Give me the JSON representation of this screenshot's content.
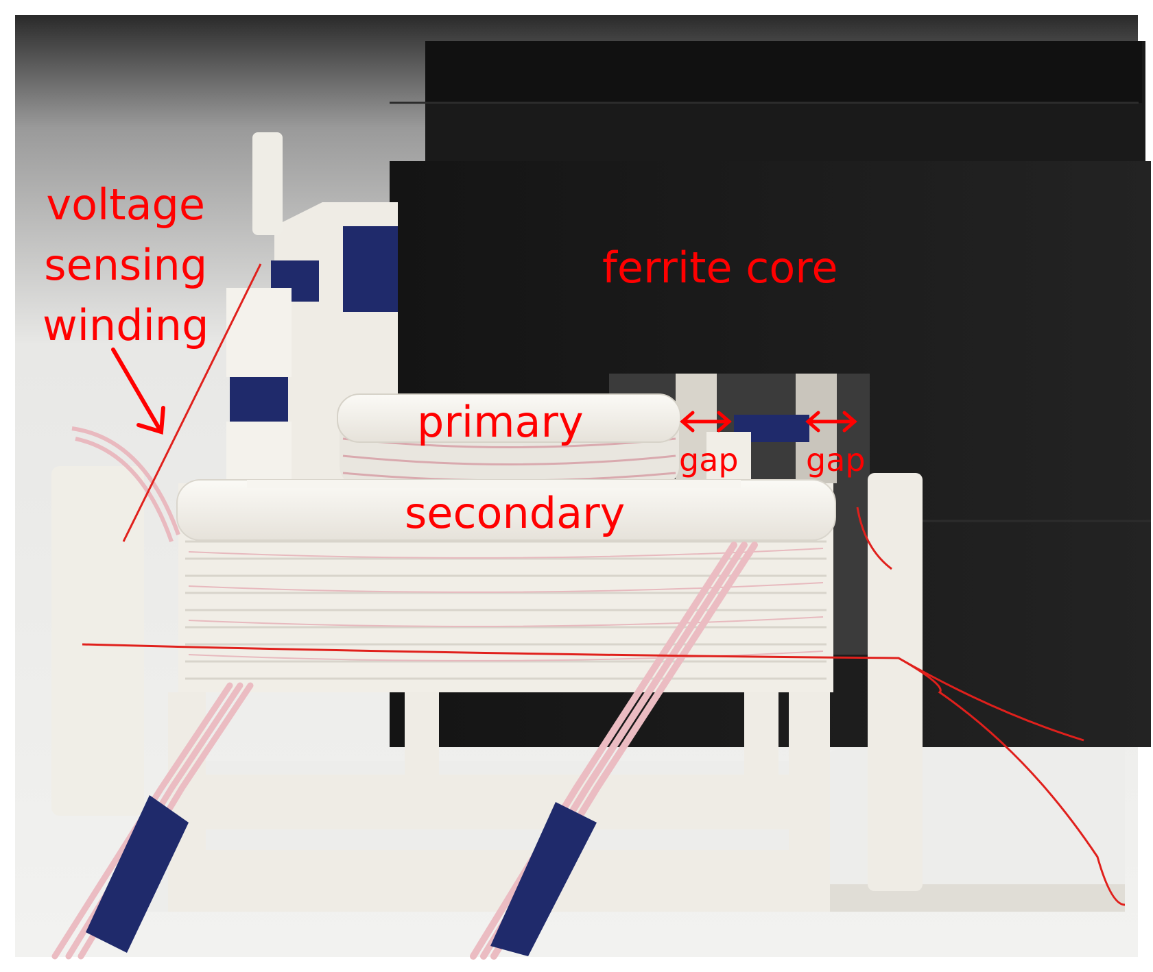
{
  "labels": {
    "voltage_sensing_winding": [
      "voltage",
      "sensing",
      "winding"
    ],
    "ferrite_core": "ferrite core",
    "primary": "primary",
    "secondary": "secondary",
    "gap_left": "gap",
    "gap_right": "gap"
  },
  "colors": {
    "annotation": "#ff0000",
    "core": "#1c1c1c",
    "bobbin": "#f3f0ea",
    "tape": "#1f2a6b",
    "litz_wire": "#e9b9bf",
    "sense_wire": "#e0201c"
  }
}
